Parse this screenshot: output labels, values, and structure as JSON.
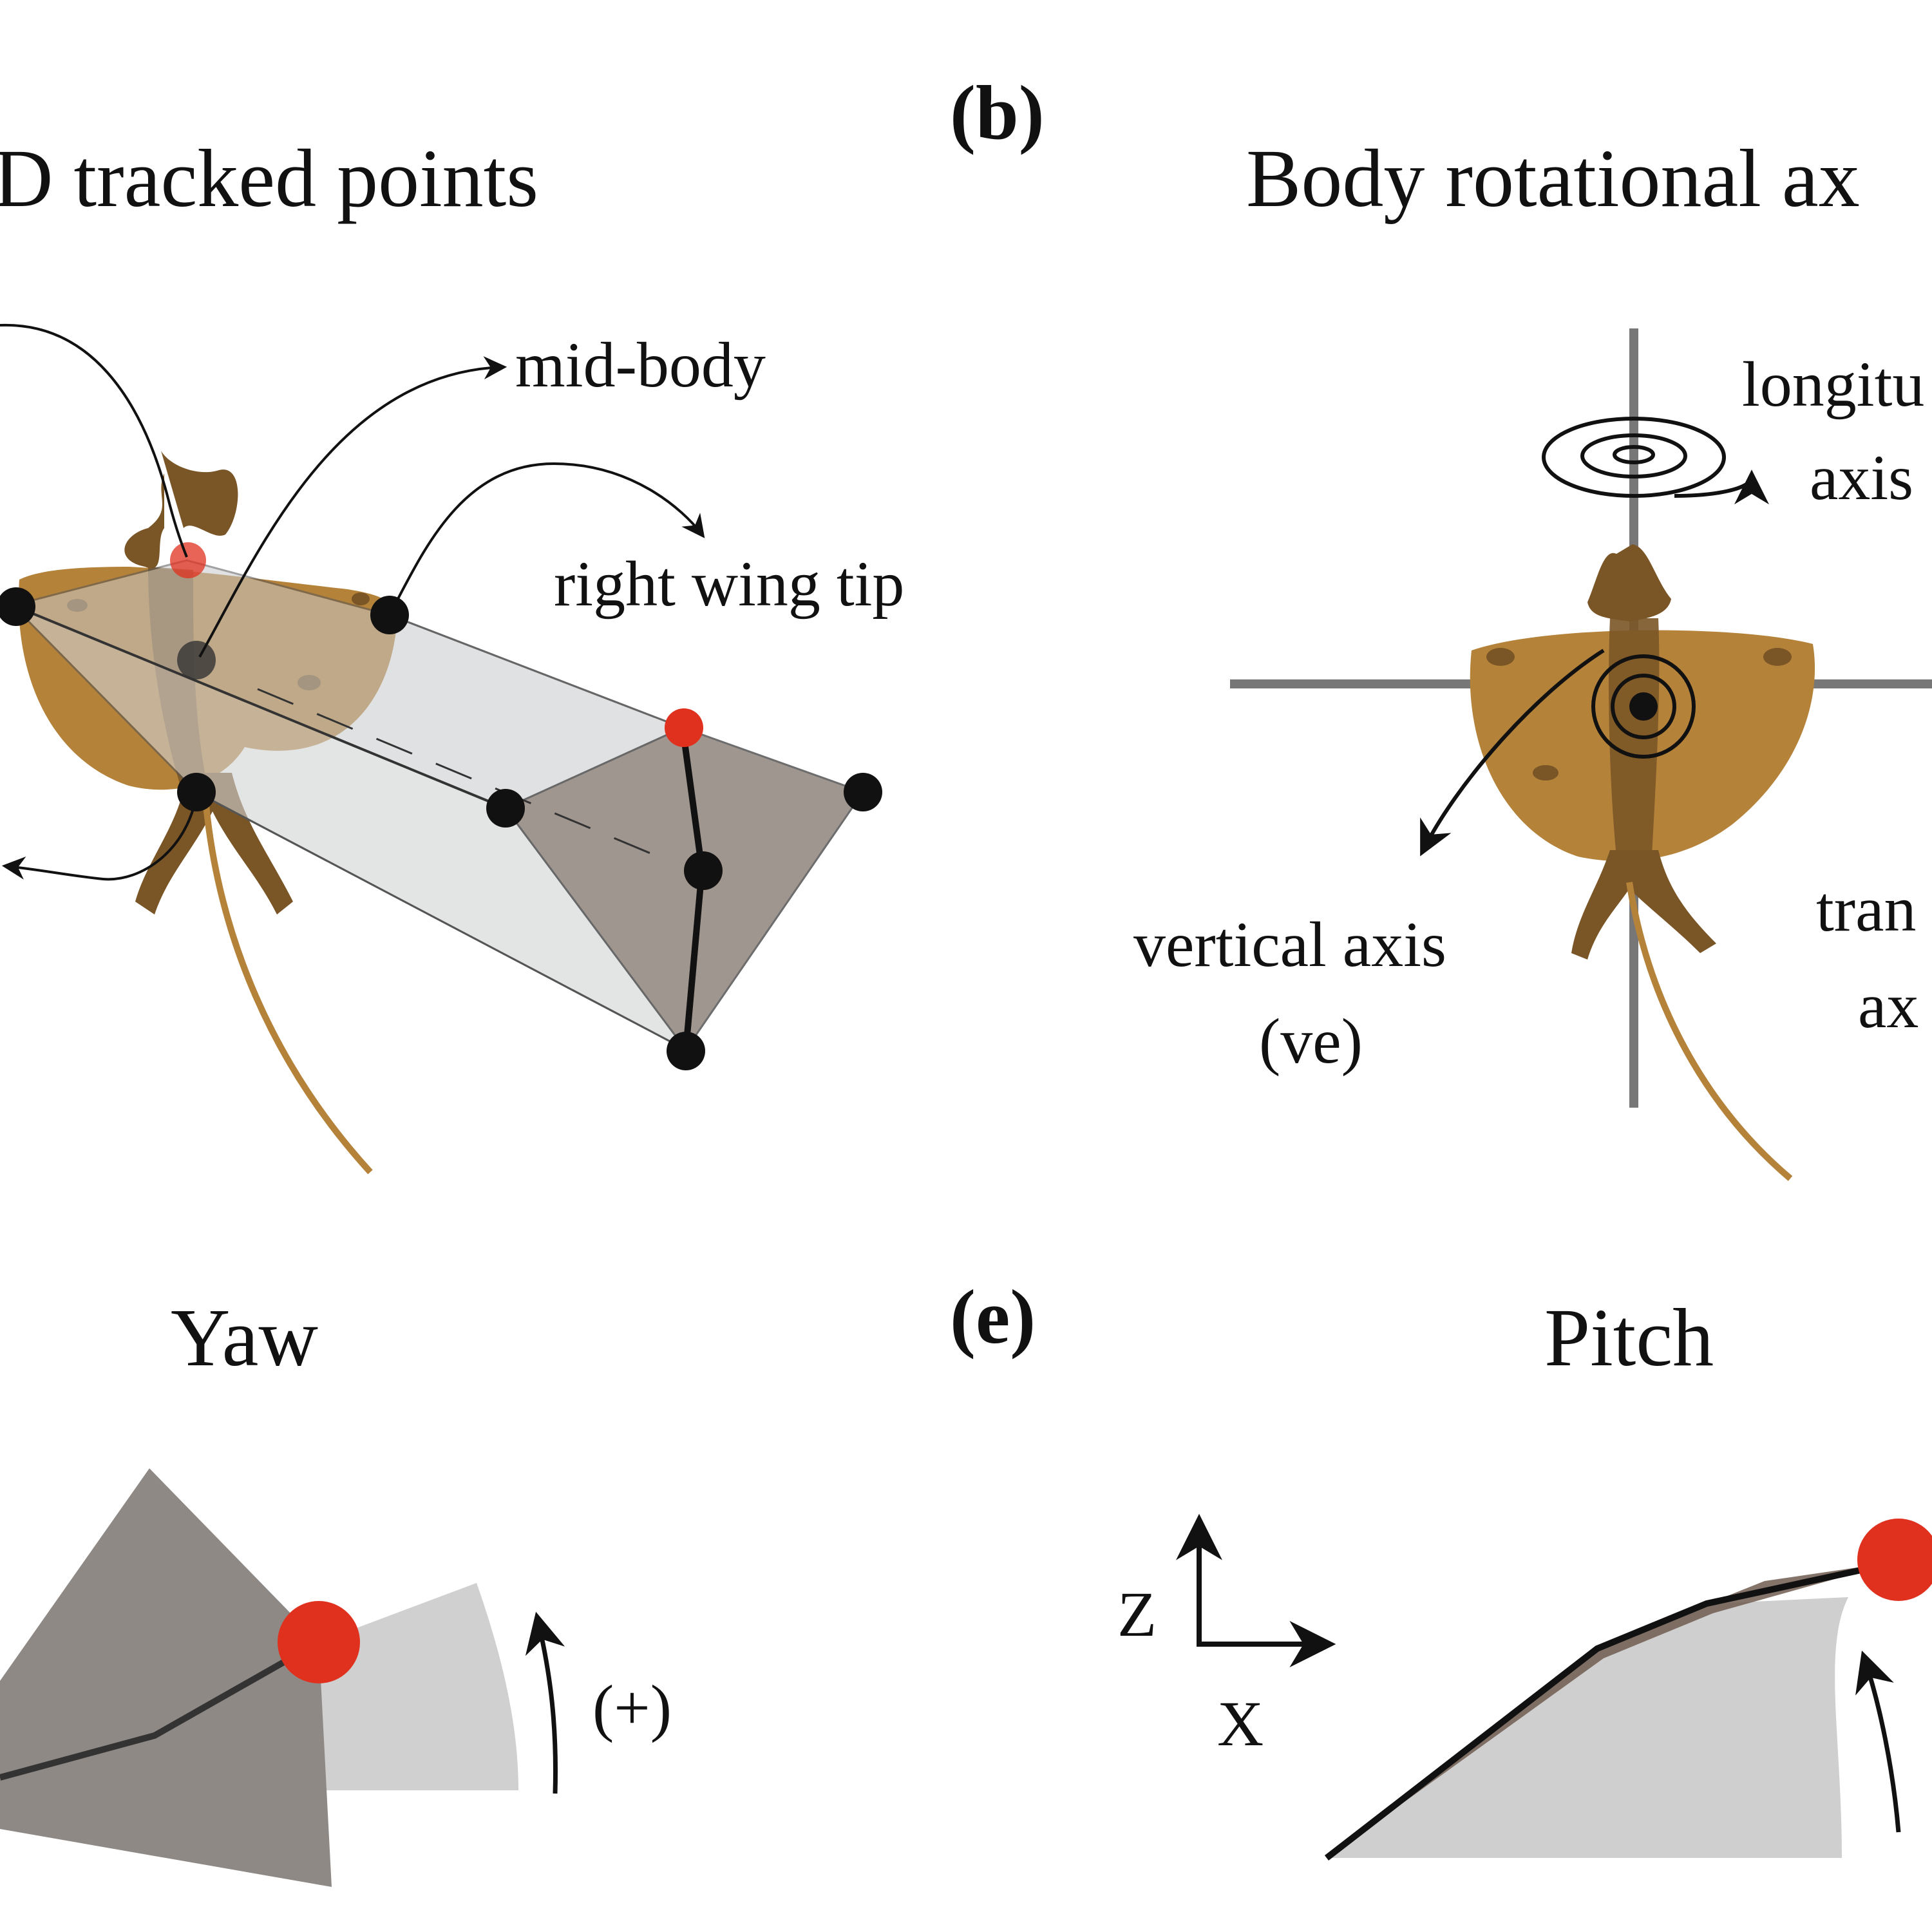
{
  "panels": {
    "b": {
      "letter": "(b)"
    },
    "e": {
      "letter": "(e)"
    }
  },
  "titles": {
    "tracked_points": "D tracked points",
    "body_axes": "Body rotational ax",
    "yaw": "Yaw",
    "pitch": "Pitch"
  },
  "labels": {
    "mid_body": "mid-body",
    "right_wing_tip": "right wing tip",
    "longitudinal_line1": "longitu",
    "longitudinal_line2": "axis",
    "vertical_axis_line1": "vertical axis",
    "vertical_axis_line2": "(ve)",
    "transverse_line1": "tran",
    "transverse_line2": "ax",
    "yaw_direction": "(+)",
    "z_axis": "Z",
    "x_axis": "X"
  },
  "colors": {
    "body_brown": "#b5823a",
    "body_dark": "#7a5526",
    "wing_gray": "#9b918b",
    "wing_light": "#d3d3d3",
    "highlight_red": "#e0301e",
    "point_black": "#111111"
  }
}
